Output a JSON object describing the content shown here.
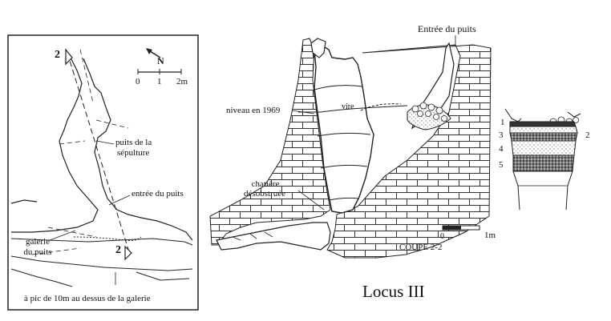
{
  "plan": {
    "section_mark": "2",
    "north_label": "N",
    "scale_ticks": [
      "0",
      "1",
      "2m"
    ],
    "labels": {
      "puits_l1": "puits de la",
      "puits_l2": "sépulture",
      "entree": "entrée du puits",
      "galerie_l1": "galerie",
      "galerie_l2": "du puits",
      "apic": "à pic de 10m au dessus de la galerie"
    }
  },
  "section": {
    "labels": {
      "entree": "Entrée du puits",
      "niveau": "niveau en 1969",
      "vire": "vire",
      "chat_l1": "chatière",
      "chat_l2": "désobstruée",
      "coupe": "COUPE 2-2"
    },
    "scale_ticks": [
      "0",
      "1m"
    ]
  },
  "strata": {
    "layers": [
      "1",
      "2",
      "3",
      "4",
      "5"
    ]
  },
  "title": "Locus III"
}
